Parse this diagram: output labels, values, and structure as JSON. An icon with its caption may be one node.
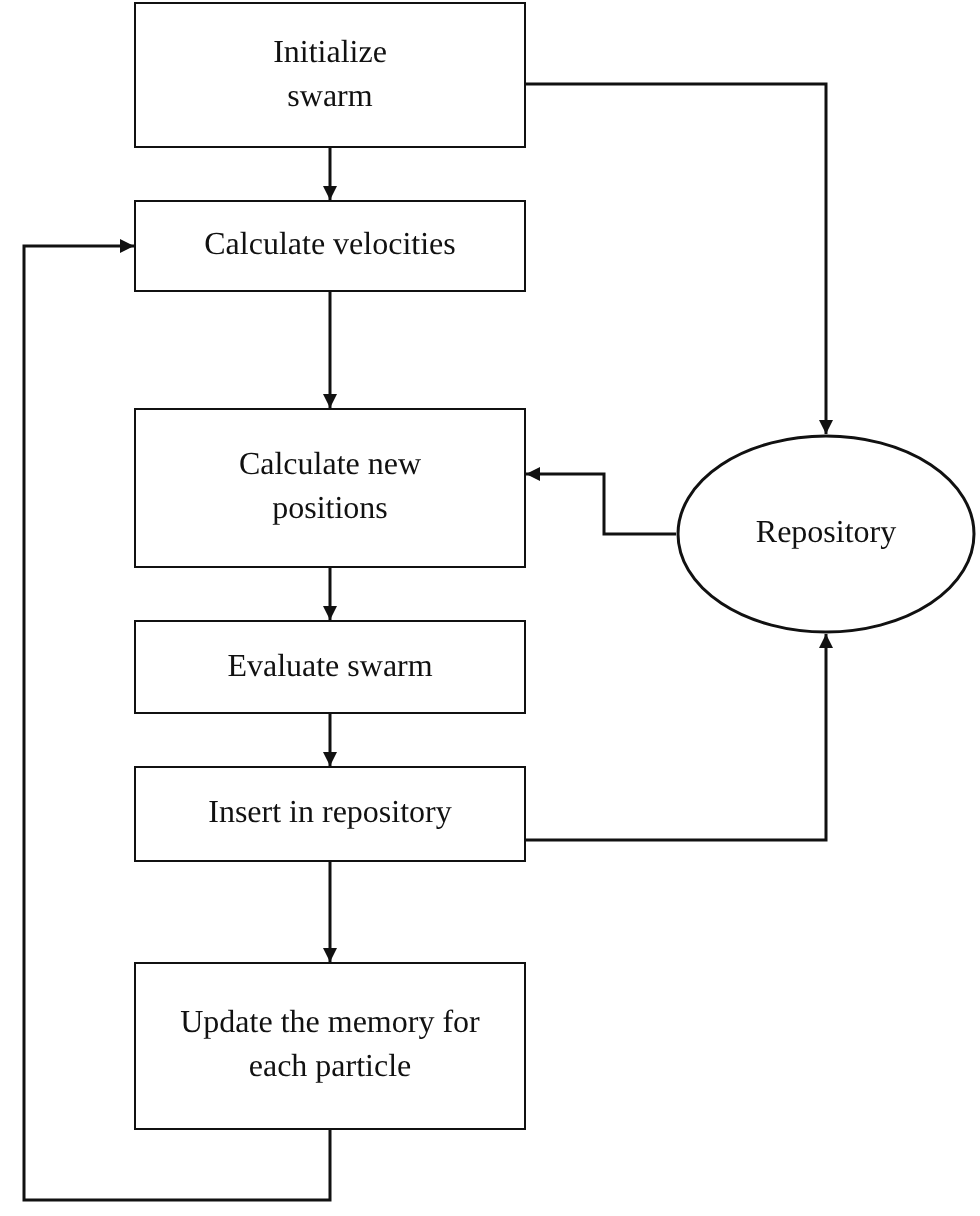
{
  "diagram": {
    "nodes": [
      {
        "text": [
          "Initialize swarm"
        ]
      },
      {
        "text": [
          "Calculate velocities"
        ]
      },
      {
        "text": [
          "Calculate new positions"
        ]
      },
      {
        "text": [
          "Evaluate swarm"
        ]
      },
      {
        "text": [
          "Insert in repository"
        ]
      },
      {
        "text": [
          "Update the memory for each particle"
        ]
      },
      {
        "text": [
          "Repository"
        ]
      }
    ],
    "edges": [
      {
        "from": 0,
        "to": 1,
        "arrow": "to"
      },
      {
        "from": 1,
        "to": 2,
        "arrow": "to"
      },
      {
        "from": 2,
        "to": 3,
        "arrow": "to"
      },
      {
        "from": 3,
        "to": 4,
        "arrow": "to"
      },
      {
        "from": 4,
        "to": 5,
        "arrow": "to"
      },
      {
        "from": 0,
        "to": 6,
        "arrow": "to"
      },
      {
        "from": 6,
        "to": 2,
        "arrow": "to"
      },
      {
        "from": 4,
        "to": 6,
        "arrow": "to"
      },
      {
        "from": 5,
        "to": 1,
        "arrow": "to"
      }
    ]
  }
}
